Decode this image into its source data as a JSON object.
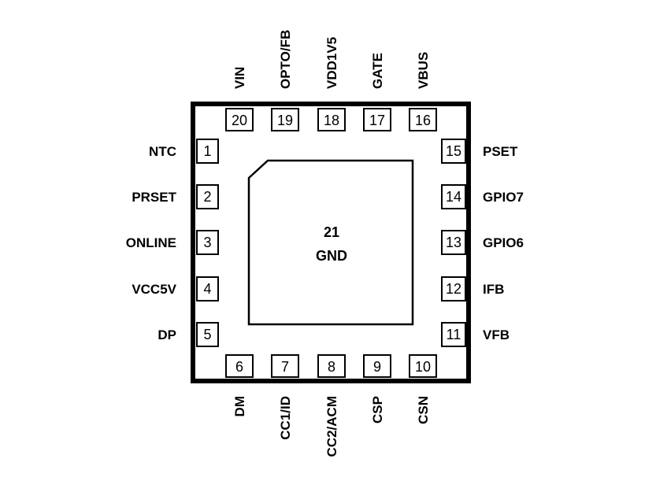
{
  "package": {
    "pad": {
      "number": "21",
      "name": "GND"
    },
    "pins": {
      "left": [
        {
          "num": "1",
          "name": "NTC"
        },
        {
          "num": "2",
          "name": "PRSET"
        },
        {
          "num": "3",
          "name": "ONLINE"
        },
        {
          "num": "4",
          "name": "VCC5V"
        },
        {
          "num": "5",
          "name": "DP"
        }
      ],
      "bottom": [
        {
          "num": "6",
          "name": "DM"
        },
        {
          "num": "7",
          "name": "CC1/ID"
        },
        {
          "num": "8",
          "name": "CC2/ACM"
        },
        {
          "num": "9",
          "name": "CSP"
        },
        {
          "num": "10",
          "name": "CSN"
        }
      ],
      "right": [
        {
          "num": "11",
          "name": "VFB"
        },
        {
          "num": "12",
          "name": "IFB"
        },
        {
          "num": "13",
          "name": "GPIO6"
        },
        {
          "num": "14",
          "name": "GPIO7"
        },
        {
          "num": "15",
          "name": "PSET"
        }
      ],
      "top": [
        {
          "num": "16",
          "name": "VBUS"
        },
        {
          "num": "17",
          "name": "GATE"
        },
        {
          "num": "18",
          "name": "VDD1V5"
        },
        {
          "num": "19",
          "name": "OPTO/FB"
        },
        {
          "num": "20",
          "name": "VIN"
        }
      ]
    }
  }
}
